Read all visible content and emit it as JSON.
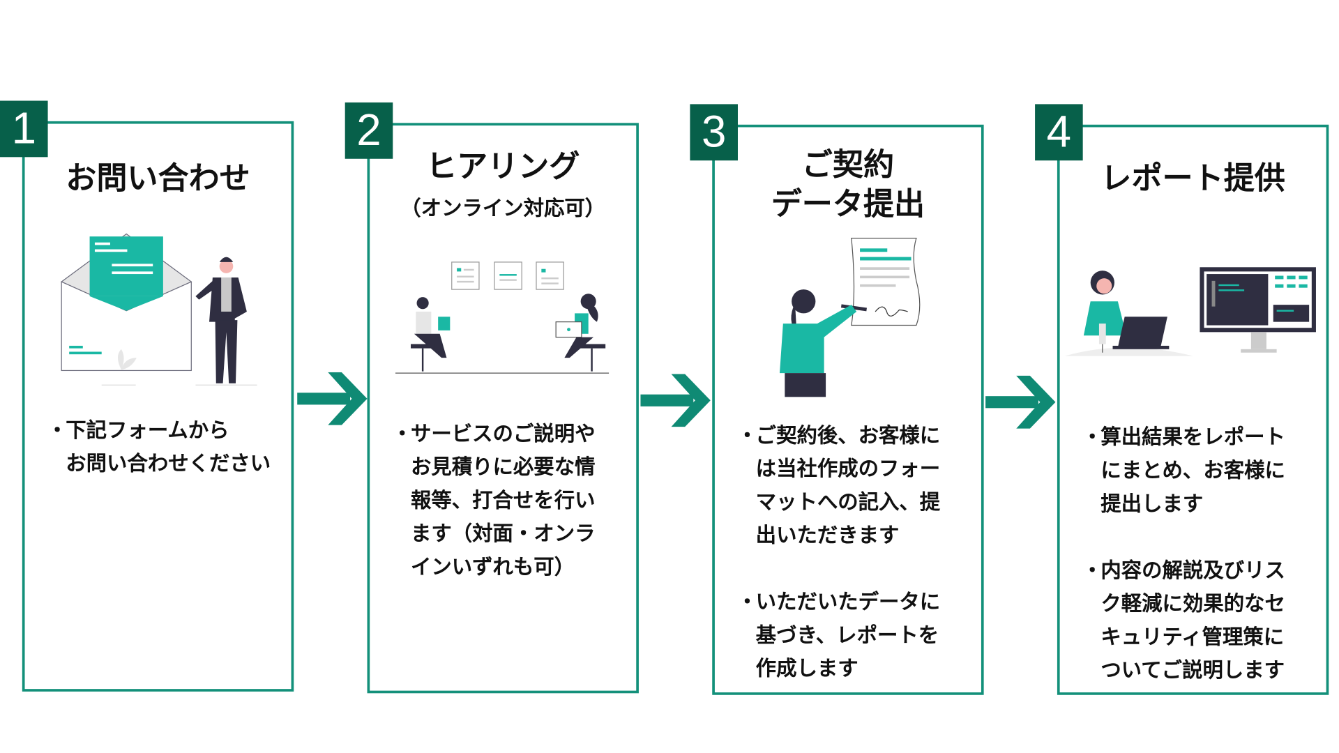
{
  "steps": [
    {
      "number": "1",
      "title": "お問い合わせ",
      "bullets": [
        [
          "下記フォームから",
          "お問い合わせください"
        ]
      ]
    },
    {
      "number": "2",
      "title": "ヒアリング",
      "subtitle": "（オンライン対応可）",
      "bullets": [
        [
          "サービスのご説明や",
          "お見積りに必要な情",
          "報等、打合せを行い",
          "ます（対面・オンラ",
          "インいずれも可）"
        ]
      ]
    },
    {
      "number": "3",
      "title_lines": [
        "ご契約",
        "データ提出"
      ],
      "bullets": [
        [
          "ご契約後、お客様に",
          "は当社作成のフォー",
          "マットへの記入、提",
          "出いただきます"
        ],
        [
          "いただいたデータに",
          "基づき、レポートを",
          "作成します"
        ]
      ]
    },
    {
      "number": "4",
      "title": "レポート提供",
      "bullets": [
        [
          "算出結果をレポート",
          "にまとめ、お客様に",
          "提出します"
        ],
        [
          "内容の解説及びリス",
          "ク軽減に効果的なセ",
          "キュリティ管理策に",
          "ついてご説明します"
        ]
      ]
    }
  ],
  "bullet_mark": "・",
  "colors": {
    "badge": "#07604a",
    "border": "#13907a",
    "accent": "#1ab8a4",
    "arrow": "#0f8a74"
  }
}
